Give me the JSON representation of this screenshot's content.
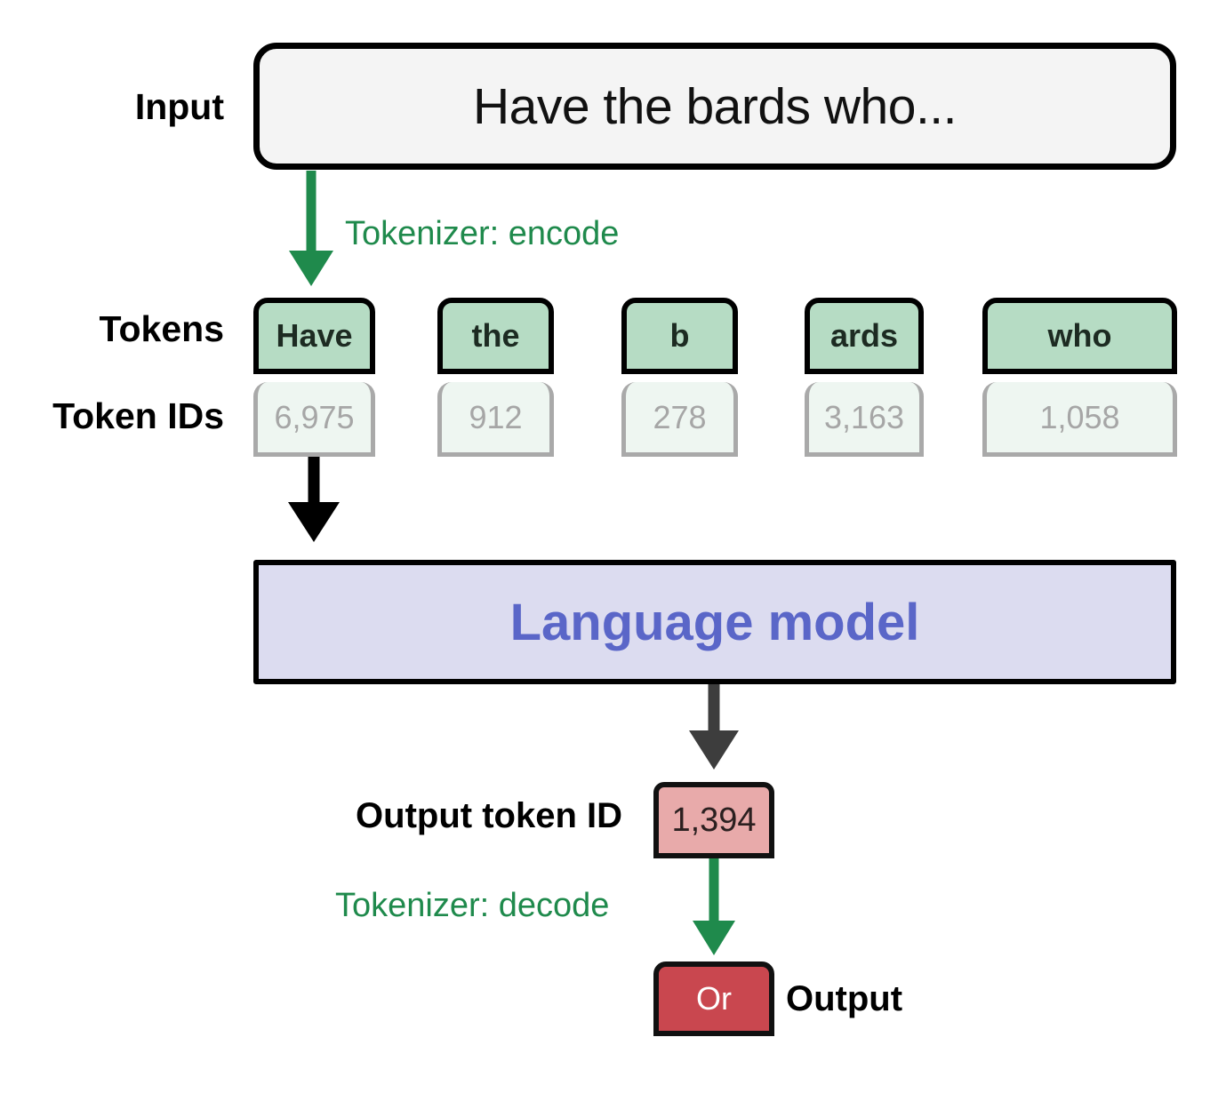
{
  "diagram": {
    "title": "Tokenizer encode / language model / decode pipeline",
    "background": "#ffffff"
  },
  "labels": {
    "input": "Input",
    "tokens": "Tokens",
    "token_ids": "Token IDs",
    "output_token_id": "Output token ID",
    "output": "Output"
  },
  "input": {
    "text": "Have the bards who..."
  },
  "tokens": [
    {
      "text": "Have",
      "id": "6,975"
    },
    {
      "text": "the",
      "id": "912"
    },
    {
      "text": "b",
      "id": "278"
    },
    {
      "text": "ards",
      "id": "3,163"
    },
    {
      "text": "who",
      "id": "1,058"
    }
  ],
  "model": {
    "name": "Language model"
  },
  "output": {
    "token_id": "1,394",
    "token_text": "Or"
  },
  "annotations": {
    "encode": "Tokenizer: encode",
    "decode": "Tokenizer: decode"
  },
  "colors": {
    "token_fill": "#b6dcc4",
    "token_id_fill": "#eef6f1",
    "token_id_border": "#a9a9a9",
    "model_fill": "#dcdcf0",
    "model_text": "#5a66c8",
    "output_id_fill": "#e8aaaa",
    "output_fill": "#c9474f",
    "tokenizer_green": "#1f8a4c",
    "arrow_black": "#000000",
    "arrow_gray": "#3d3d3d",
    "input_fill": "#f4f4f4"
  },
  "icons": {
    "encode_arrow": "down-arrow-icon",
    "ids_arrow": "down-arrow-icon",
    "model_arrow": "down-arrow-icon",
    "decode_arrow": "down-arrow-icon"
  }
}
